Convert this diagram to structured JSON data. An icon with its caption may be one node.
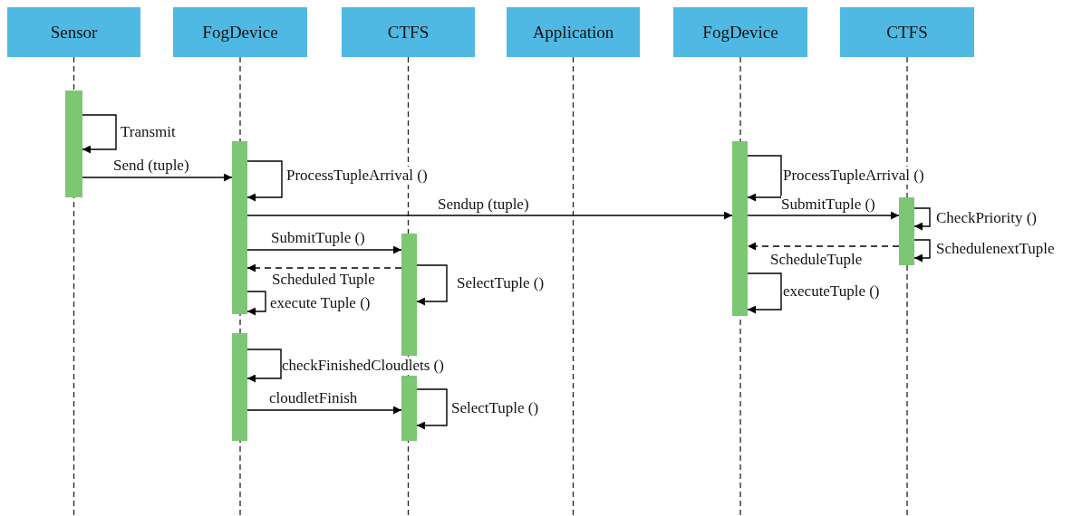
{
  "diagram": {
    "nodes": [
      {
        "text": [
          "Sensor"
        ]
      },
      {
        "text": [
          "FogDevice"
        ]
      },
      {
        "text": [
          "CTFS"
        ]
      },
      {
        "text": [
          "Application"
        ]
      },
      {
        "text": [
          "FogDevice"
        ]
      },
      {
        "text": [
          "CTFS"
        ]
      },
      {
        "text": [],
        "shape": "bar"
      },
      {
        "text": [],
        "shape": "bar"
      },
      {
        "text": [],
        "shape": "bar"
      },
      {
        "text": [],
        "shape": "bar"
      },
      {
        "text": [],
        "shape": "bar"
      },
      {
        "text": [],
        "shape": "bar"
      },
      {
        "text": [],
        "shape": "bar"
      }
    ],
    "edges": [
      {
        "from": 6,
        "to": 6,
        "arrow": "to",
        "label": "Transmit"
      },
      {
        "from": 6,
        "to": 7,
        "arrow": "to",
        "label": "Send (tuple)"
      },
      {
        "from": 7,
        "to": 7,
        "arrow": "to",
        "label": "ProcessTupleArrival ()"
      },
      {
        "from": 8,
        "to": 8,
        "arrow": "to",
        "label": "ProcessTupleArrival ()"
      },
      {
        "from": 7,
        "to": 8,
        "arrow": "to",
        "label": "Sendup (tuple)"
      },
      {
        "from": 8,
        "to": 9,
        "arrow": "to",
        "label": "SubmitTuple ()"
      },
      {
        "from": 9,
        "to": 9,
        "arrow": "to",
        "label": "CheckPriority ()"
      },
      {
        "from": 7,
        "to": 10,
        "arrow": "to",
        "label": "SubmitTuple ()"
      },
      {
        "from": 9,
        "to": 8,
        "arrow": "to",
        "label": "ScheduleTuple",
        "style": "dashed"
      },
      {
        "from": 9,
        "to": 9,
        "arrow": "to",
        "label": "SchedulenextTuple"
      },
      {
        "from": 10,
        "to": 7,
        "arrow": "to",
        "label": "Scheduled Tuple",
        "style": "dashed"
      },
      {
        "from": 10,
        "to": 10,
        "arrow": "to",
        "label": "SelectTuple ()"
      },
      {
        "from": 8,
        "to": 8,
        "arrow": "to",
        "label": "executeTuple ()"
      },
      {
        "from": 7,
        "to": 7,
        "arrow": "to",
        "label": "execute Tuple ()"
      },
      {
        "from": 11,
        "to": 11,
        "arrow": "to",
        "label": "checkFinishedCloudlets ()"
      },
      {
        "from": 11,
        "to": 12,
        "arrow": "to",
        "label": "cloudletFinish"
      },
      {
        "from": 12,
        "to": 12,
        "arrow": "to",
        "label": "SelectTuple ()"
      }
    ]
  }
}
